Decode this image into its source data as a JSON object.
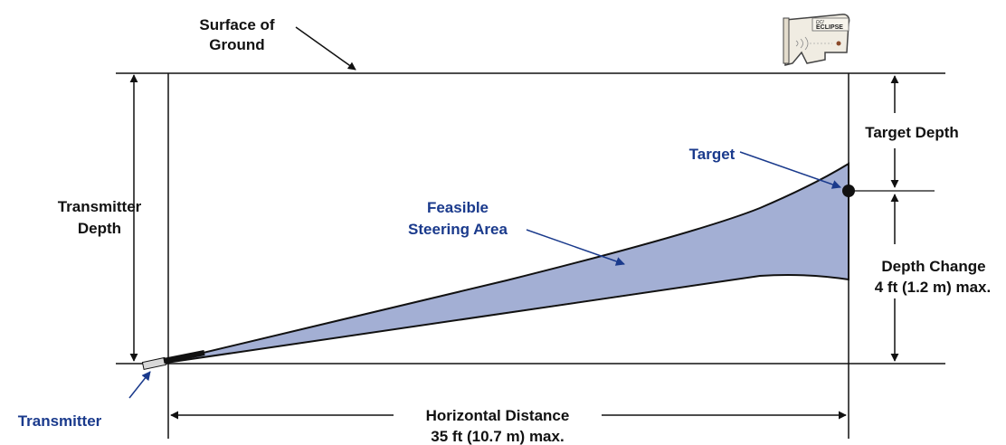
{
  "labels": {
    "surface_line1": "Surface of",
    "surface_line2": "Ground",
    "transmitter_depth_line1": "Transmitter",
    "transmitter_depth_line2": "Depth",
    "target_depth": "Target Depth",
    "target": "Target",
    "feasible_line1": "Feasible",
    "feasible_line2": "Steering Area",
    "depth_change_line1": "Depth Change",
    "depth_change_line2": "4 ft (1.2 m) max.",
    "transmitter": "Transmitter",
    "horizontal_line1": "Horizontal Distance",
    "horizontal_line2": "35 ft (10.7 m) max."
  },
  "receiver": {
    "logo_small": "DCI",
    "logo_text": "ECLIPSE"
  },
  "colors": {
    "steering_area_fill": "#a3afd4",
    "callout_blue": "#1a3a8c",
    "line_black": "#111111",
    "receiver_body": "#f0ece2",
    "transmitter_body": "#d8d8d8"
  }
}
